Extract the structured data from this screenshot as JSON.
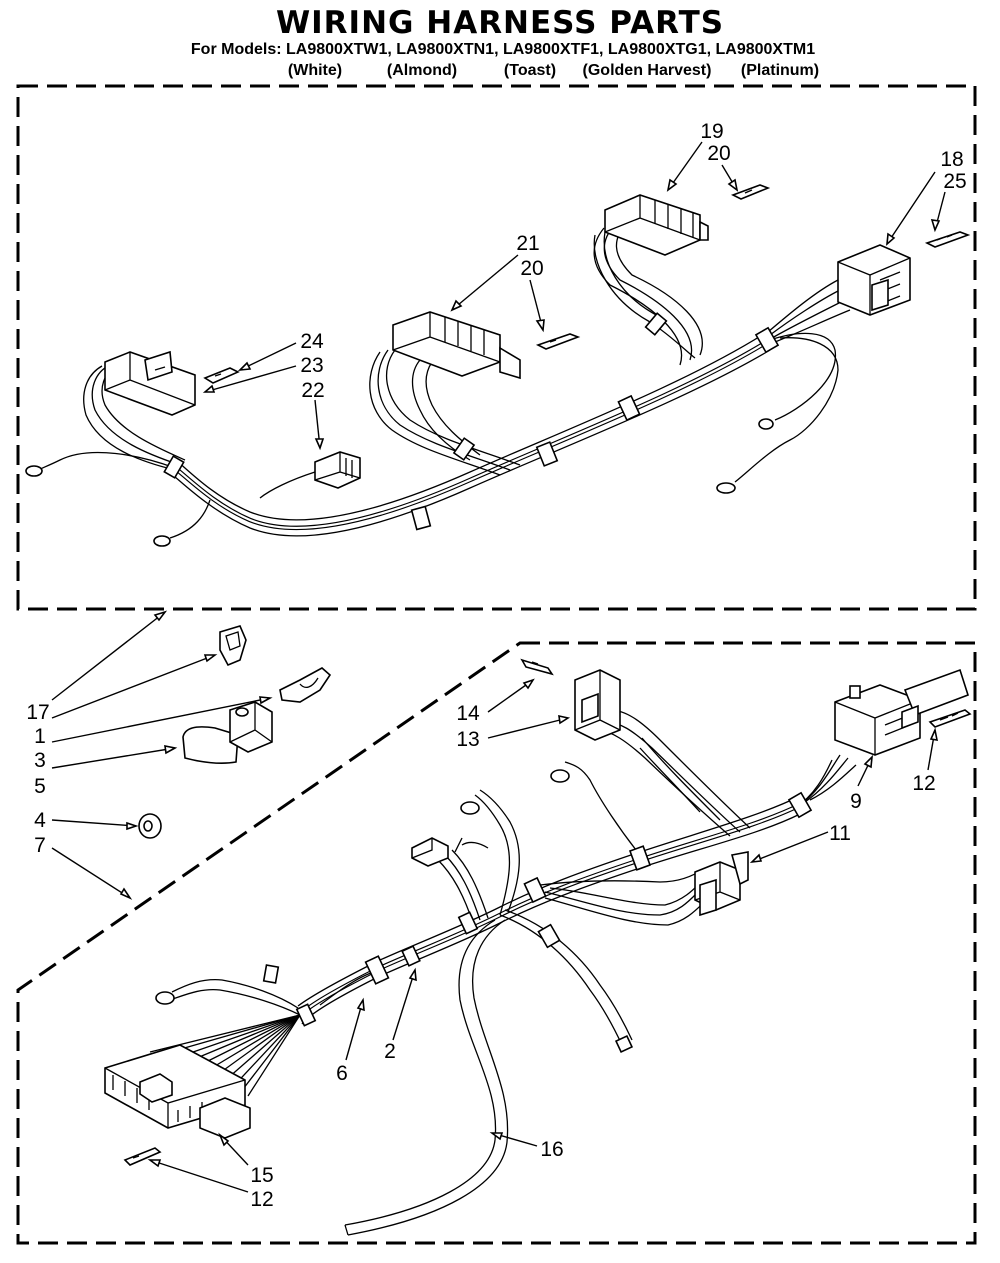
{
  "page": {
    "title": "WIRING HARNESS PARTS",
    "models_line": "For Models: LA9800XTW1, LA9800XTN1, LA9800XTF1, LA9800XTG1, LA9800XTM1",
    "colors": [
      {
        "label": "(White)"
      },
      {
        "label": "(Almond)"
      },
      {
        "label": "(Toast)"
      },
      {
        "label": "(Golden Harvest)"
      },
      {
        "label": "(Platinum)"
      }
    ]
  },
  "callouts": {
    "top": [
      {
        "id": "19",
        "label": "19"
      },
      {
        "id": "20a",
        "label": "20"
      },
      {
        "id": "18",
        "label": "18"
      },
      {
        "id": "25",
        "label": "25"
      },
      {
        "id": "21",
        "label": "21"
      },
      {
        "id": "20b",
        "label": "20"
      },
      {
        "id": "24",
        "label": "24"
      },
      {
        "id": "23",
        "label": "23"
      },
      {
        "id": "22",
        "label": "22"
      }
    ],
    "left": [
      {
        "id": "17",
        "label": "17"
      },
      {
        "id": "1",
        "label": "1"
      },
      {
        "id": "3",
        "label": "3"
      },
      {
        "id": "5",
        "label": "5"
      },
      {
        "id": "4",
        "label": "4"
      },
      {
        "id": "7",
        "label": "7"
      }
    ],
    "bottom": [
      {
        "id": "14",
        "label": "14"
      },
      {
        "id": "13",
        "label": "13"
      },
      {
        "id": "12a",
        "label": "12"
      },
      {
        "id": "9",
        "label": "9"
      },
      {
        "id": "11",
        "label": "11"
      },
      {
        "id": "6",
        "label": "6"
      },
      {
        "id": "2",
        "label": "2"
      },
      {
        "id": "16",
        "label": "16"
      },
      {
        "id": "15",
        "label": "15"
      },
      {
        "id": "12b",
        "label": "12"
      }
    ]
  }
}
